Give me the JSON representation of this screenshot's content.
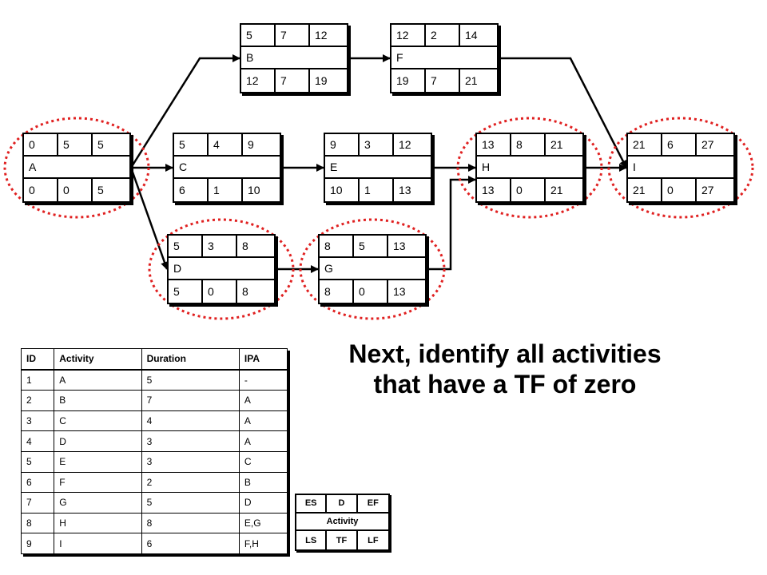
{
  "nodes": {
    "A": {
      "es": "0",
      "d": "5",
      "ef": "5",
      "name": "A",
      "ls": "0",
      "tf": "0",
      "lf": "5"
    },
    "B": {
      "es": "5",
      "d": "7",
      "ef": "12",
      "name": "B",
      "ls": "12",
      "tf": "7",
      "lf": "19"
    },
    "C": {
      "es": "5",
      "d": "4",
      "ef": "9",
      "name": "C",
      "ls": "6",
      "tf": "1",
      "lf": "10"
    },
    "D": {
      "es": "5",
      "d": "3",
      "ef": "8",
      "name": "D",
      "ls": "5",
      "tf": "0",
      "lf": "8"
    },
    "E": {
      "es": "9",
      "d": "3",
      "ef": "12",
      "name": "E",
      "ls": "10",
      "tf": "1",
      "lf": "13"
    },
    "F": {
      "es": "12",
      "d": "2",
      "ef": "14",
      "name": "F",
      "ls": "19",
      "tf": "7",
      "lf": "21"
    },
    "G": {
      "es": "8",
      "d": "5",
      "ef": "13",
      "name": "G",
      "ls": "8",
      "tf": "0",
      "lf": "13"
    },
    "H": {
      "es": "13",
      "d": "8",
      "ef": "21",
      "name": "H",
      "ls": "13",
      "tf": "0",
      "lf": "21"
    },
    "I": {
      "es": "21",
      "d": "6",
      "ef": "27",
      "name": "I",
      "ls": "21",
      "tf": "0",
      "lf": "27"
    }
  },
  "edges": [
    [
      "A",
      "B"
    ],
    [
      "A",
      "C"
    ],
    [
      "A",
      "D"
    ],
    [
      "B",
      "F"
    ],
    [
      "C",
      "E"
    ],
    [
      "D",
      "G"
    ],
    [
      "E",
      "H"
    ],
    [
      "G",
      "H"
    ],
    [
      "F",
      "I"
    ],
    [
      "H",
      "I"
    ]
  ],
  "highlighted": [
    "A",
    "D",
    "G",
    "H",
    "I"
  ],
  "highlight_color": "#e02020",
  "table": {
    "headers": [
      "ID",
      "Activity",
      "Duration",
      "IPA"
    ],
    "rows": [
      [
        "1",
        "A",
        "5",
        "-"
      ],
      [
        "2",
        "B",
        "7",
        "A"
      ],
      [
        "3",
        "C",
        "4",
        "A"
      ],
      [
        "4",
        "D",
        "3",
        "A"
      ],
      [
        "5",
        "E",
        "3",
        "C"
      ],
      [
        "6",
        "F",
        "2",
        "B"
      ],
      [
        "7",
        "G",
        "5",
        "D"
      ],
      [
        "8",
        "H",
        "8",
        "E,G"
      ],
      [
        "9",
        "I",
        "6",
        "F,H"
      ]
    ]
  },
  "heading": {
    "line1": "Next, identify all activities",
    "line2": "that have a TF of zero"
  },
  "legend": {
    "es": "ES",
    "d": "D",
    "ef": "EF",
    "activity": "Activity",
    "ls": "LS",
    "tf": "TF",
    "lf": "LF"
  }
}
